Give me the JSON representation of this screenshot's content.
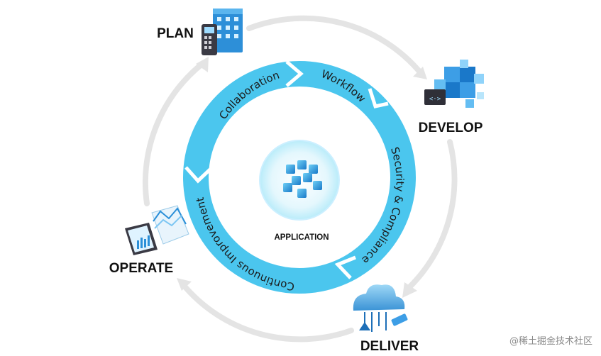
{
  "stages": {
    "plan": "PLAN",
    "develop": "DEVELOP",
    "deliver": "DELIVER",
    "operate": "OPERATE"
  },
  "center": {
    "label": "APPLICATION",
    "icon": "cube-cluster-icon"
  },
  "ring": {
    "collaboration": "Collaboration",
    "workflow": "Workflow",
    "security": "Security & Compliance",
    "improvement": "Continuous Improvement"
  },
  "icons": {
    "plan": "building-icon",
    "develop": "code-blocks-icon",
    "deliver": "cloud-deploy-icon",
    "operate": "monitor-chart-icon"
  },
  "watermark": "@稀土掘金技术社区",
  "colors": {
    "ring": "#4bc6ee",
    "ring_dark": "#2aa7d8",
    "outer_arrow": "#e4e4e4",
    "accent": "#1f8fd6"
  }
}
